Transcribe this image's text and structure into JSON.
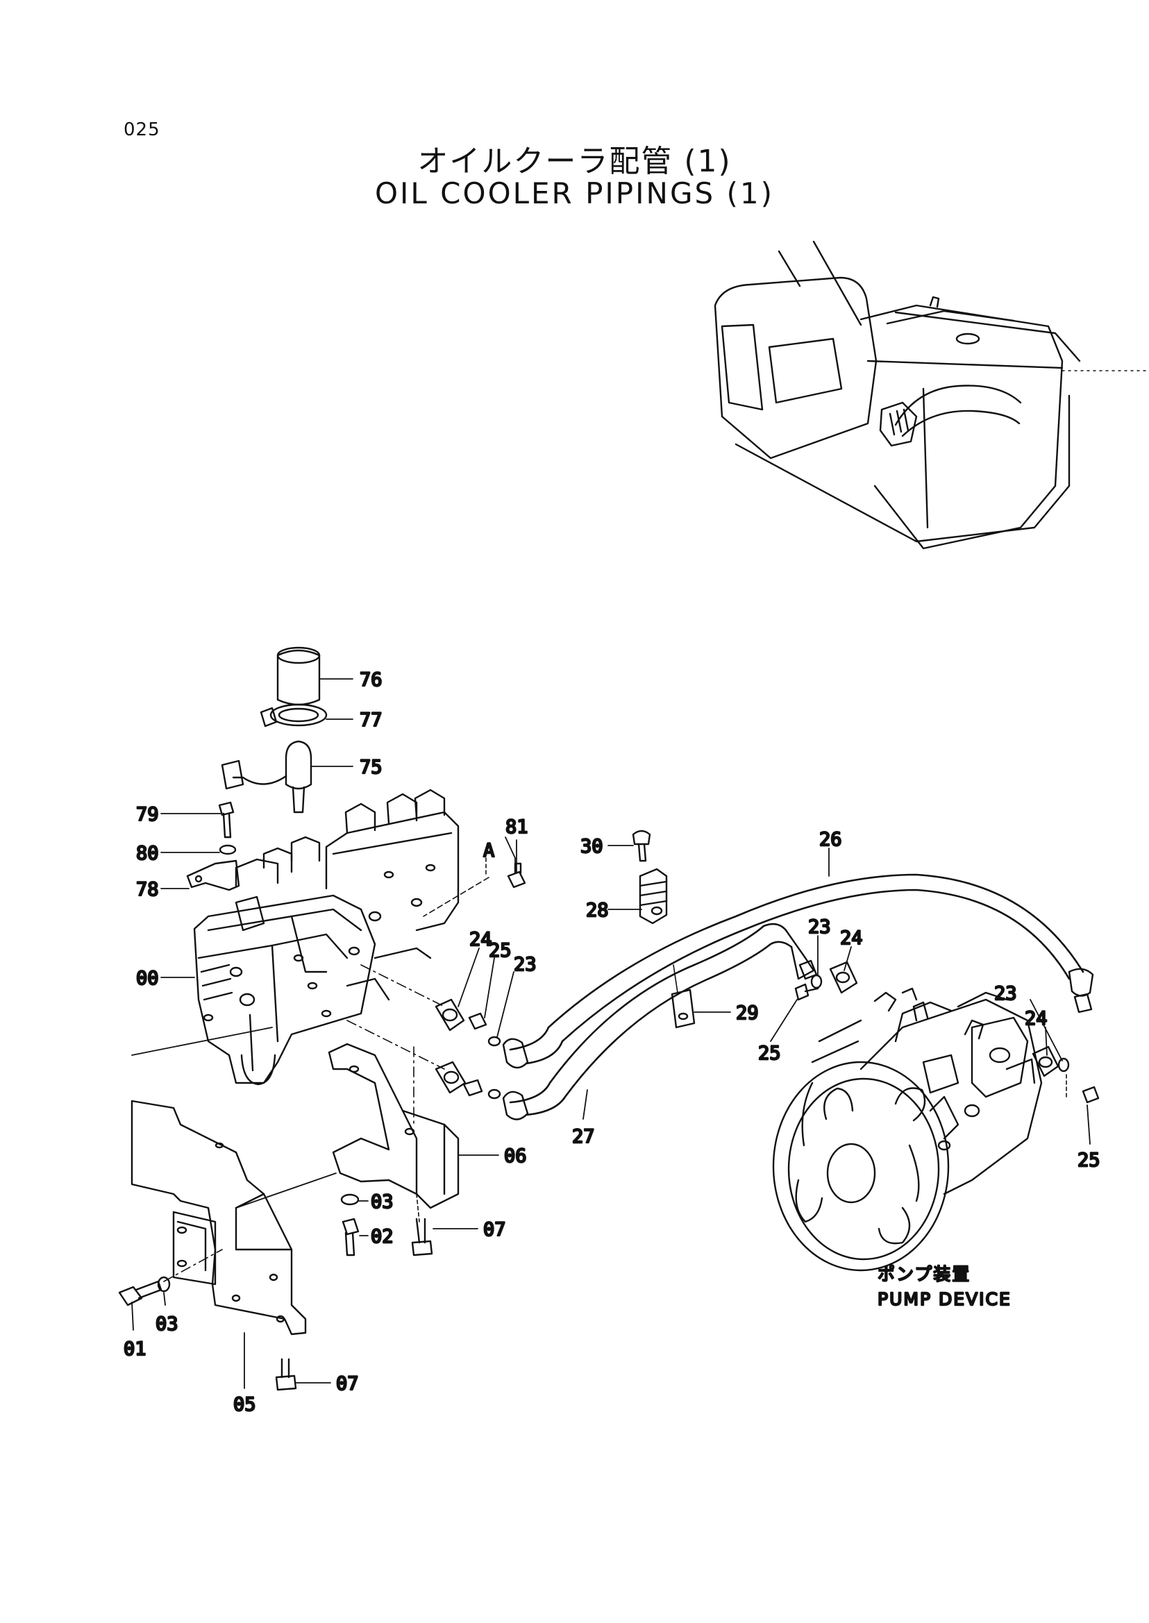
{
  "page_number": "025",
  "title_jp": "オイルクーラ配管 (1)",
  "title_en": "OIL COOLER PIPINGS (1)",
  "ref_letter": "A",
  "pump_caption_jp": "ポンプ装置",
  "pump_caption_en": "PUMP DEVICE",
  "part_labels": {
    "p76": "76",
    "p77": "77",
    "p75": "75",
    "p79": "79",
    "p80": "80",
    "p78": "78",
    "p81": "81",
    "p00": "00",
    "p24a": "24",
    "p25a": "25",
    "p23a": "23",
    "p30": "30",
    "p28": "28",
    "p26": "26",
    "p23b": "23",
    "p24b": "24",
    "p29": "29",
    "p25b": "25",
    "p23c": "23",
    "p24c": "24",
    "p25c": "25",
    "p27": "27",
    "p06": "06",
    "p03a": "03",
    "p02": "02",
    "p07a": "07",
    "p01": "01",
    "p03b": "03",
    "p05": "05",
    "p07b": "07"
  }
}
